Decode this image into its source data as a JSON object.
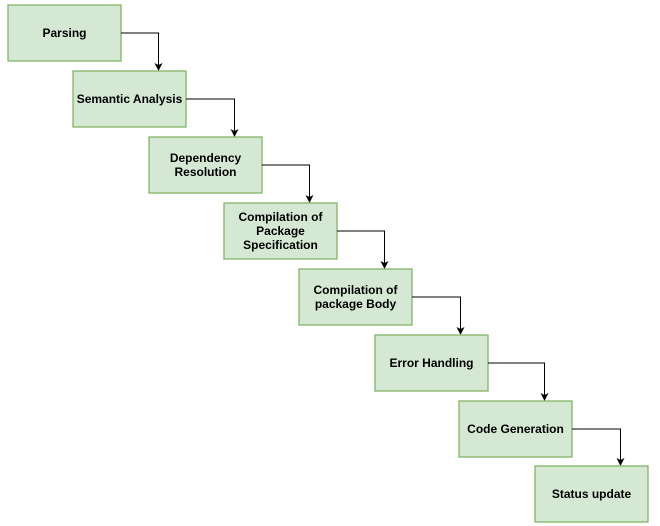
{
  "diagram": {
    "steps": [
      {
        "lines": [
          "Parsing"
        ]
      },
      {
        "lines": [
          "Semantic Analysis"
        ]
      },
      {
        "lines": [
          "Dependency",
          "Resolution"
        ]
      },
      {
        "lines": [
          "Compilation of",
          "Package",
          "Specification"
        ]
      },
      {
        "lines": [
          "Compilation of",
          "package Body"
        ]
      },
      {
        "lines": [
          "Error Handling"
        ]
      },
      {
        "lines": [
          "Code Generation"
        ]
      },
      {
        "lines": [
          "Status update"
        ]
      }
    ],
    "colors": {
      "fill": "#d5e8d4",
      "stroke": "#82b366",
      "arrow": "#000000"
    }
  }
}
